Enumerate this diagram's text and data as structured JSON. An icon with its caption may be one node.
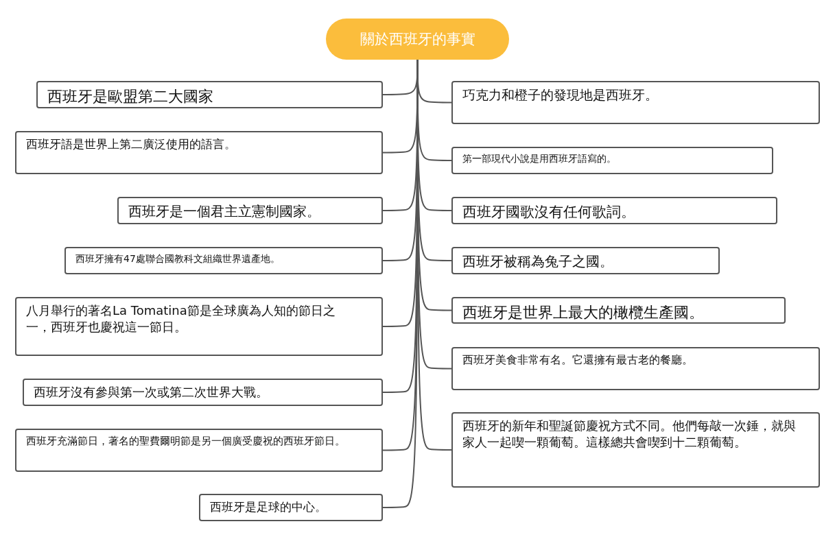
{
  "diagram": {
    "nodes": [
      {
        "text": [
          "關於西班牙的事實"
        ]
      },
      {
        "text": [
          "西班牙是歐盟第二大國家"
        ]
      },
      {
        "text": [
          "西班牙語是世界上第二廣泛使用的語言。"
        ]
      },
      {
        "text": [
          "西班牙是一個君主立憲制國家。"
        ]
      },
      {
        "text": [
          "西班牙擁有47處聯合國教科文組織世界遺產地。"
        ]
      },
      {
        "text": [
          "八月舉行的著名La Tomatina節是全球廣為人知的節日之一，西班牙也慶祝這一節日。"
        ]
      },
      {
        "text": [
          "西班牙沒有參與第一次或第二次世界大戰。"
        ]
      },
      {
        "text": [
          "西班牙充滿節日，著名的聖費爾明節是另一個廣受慶祝的西班牙節日。"
        ]
      },
      {
        "text": [
          "西班牙是足球的中心。"
        ]
      },
      {
        "text": [
          "巧克力和橙子的發現地是西班牙。"
        ]
      },
      {
        "text": [
          "第一部現代小說是用西班牙語寫的。"
        ]
      },
      {
        "text": [
          "西班牙國歌沒有任何歌詞。"
        ]
      },
      {
        "text": [
          "西班牙被稱為兔子之國。"
        ]
      },
      {
        "text": [
          "西班牙是世界上最大的橄欖生產國。"
        ]
      },
      {
        "text": [
          "西班牙美食非常有名。它還擁有最古老的餐廳。"
        ]
      },
      {
        "text": [
          "西班牙的新年和聖誕節慶祝方式不同。他們每敲一次錘，就與家人一起喫一顆葡萄。這樣總共會喫到十二顆葡萄。"
        ]
      }
    ],
    "edges": [
      {
        "from": 0,
        "to": 1,
        "arrow": "none"
      },
      {
        "from": 0,
        "to": 2,
        "arrow": "none"
      },
      {
        "from": 0,
        "to": 3,
        "arrow": "none"
      },
      {
        "from": 0,
        "to": 4,
        "arrow": "none"
      },
      {
        "from": 0,
        "to": 5,
        "arrow": "none"
      },
      {
        "from": 0,
        "to": 6,
        "arrow": "none"
      },
      {
        "from": 0,
        "to": 7,
        "arrow": "none"
      },
      {
        "from": 0,
        "to": 8,
        "arrow": "none"
      },
      {
        "from": 0,
        "to": 9,
        "arrow": "none"
      },
      {
        "from": 0,
        "to": 10,
        "arrow": "none"
      },
      {
        "from": 0,
        "to": 11,
        "arrow": "none"
      },
      {
        "from": 0,
        "to": 12,
        "arrow": "none"
      },
      {
        "from": 0,
        "to": 13,
        "arrow": "none"
      },
      {
        "from": 0,
        "to": 14,
        "arrow": "none"
      },
      {
        "from": 0,
        "to": 15,
        "arrow": "none"
      }
    ]
  }
}
